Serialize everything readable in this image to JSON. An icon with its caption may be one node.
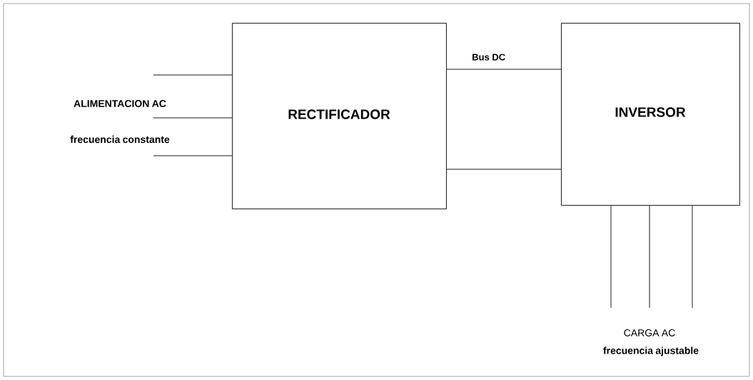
{
  "diagram": {
    "nodes": [
      {
        "text": [
          "RECTIFICADOR"
        ]
      },
      {
        "text": [
          "INVERSOR"
        ]
      }
    ],
    "edges": [
      {
        "from": null,
        "to": 0,
        "arrow": "none"
      },
      {
        "from": null,
        "to": 0,
        "arrow": "none"
      },
      {
        "from": null,
        "to": 0,
        "arrow": "none"
      },
      {
        "from": 0,
        "to": 1,
        "arrow": "none",
        "label": "Bus DC"
      },
      {
        "from": 0,
        "to": 1,
        "arrow": "none"
      },
      {
        "from": 1,
        "to": null,
        "arrow": "none"
      },
      {
        "from": 1,
        "to": null,
        "arrow": "none"
      },
      {
        "from": 1,
        "to": null,
        "arrow": "none"
      }
    ],
    "labels": [
      "ALIMENTACION AC",
      "frecuencia constante",
      "CARGA AC",
      "frecuencia ajustable"
    ]
  }
}
